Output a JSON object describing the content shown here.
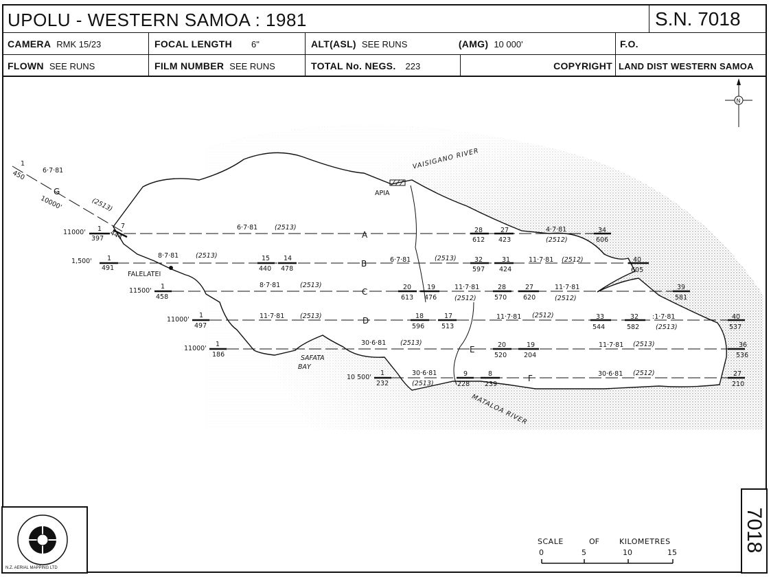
{
  "header": {
    "title": "UPOLU - WESTERN SAMOA : 1981",
    "sheet_number": "S.N. 7018",
    "camera_label": "CAMERA",
    "camera_value": "RMK 15/23",
    "focal_label": "FOCAL LENGTH",
    "focal_value": "6\"",
    "alt_label": "ALT(ASL)",
    "alt_value": "SEE RUNS",
    "amg_label": "(AMG)",
    "amg_value": "10 000'",
    "fo_label": "F.O.",
    "flown_label": "FLOWN",
    "flown_value": "SEE RUNS",
    "film_label": "FILM NUMBER",
    "film_value": "SEE RUNS",
    "negs_label": "TOTAL No. NEGS.",
    "negs_value": "223",
    "copyright_label": "COPYRIGHT",
    "owner_value": "LAND DIST WESTERN SAMOA"
  },
  "places": {
    "apia": "APIA",
    "falelatei": "FALELATEI",
    "safata": "SAFATA",
    "bay": "BAY",
    "vaisigano": "VAISIGANO RIVER",
    "mataloa": "MATALOA RIVER"
  },
  "runs": [
    {
      "letter": "A",
      "alt": "11000'",
      "start_frame": "1",
      "start_film": "397",
      "date_film": "6·7·81 (2513)"
    },
    {
      "letter": "B",
      "alt": "1,500'",
      "start_frame": "1",
      "start_film": "491"
    },
    {
      "letter": "C",
      "alt": "11500'",
      "start_frame": "1",
      "start_film": "458"
    },
    {
      "letter": "D",
      "alt": "11000'",
      "start_frame": "1",
      "start_film": "497"
    },
    {
      "letter": "E",
      "alt": "11000'",
      "start_frame": "1",
      "start_film": "186"
    },
    {
      "letter": "F",
      "alt": "10 500'",
      "start_frame": "1",
      "start_film": "232"
    },
    {
      "letter": "G",
      "alt": "10000'",
      "start_frame": "1",
      "start_film": "450"
    }
  ],
  "annotations": {
    "g_date": "6·7·81",
    "g_film": "(2513)",
    "g_end": "7",
    "g_end2": "444",
    "a_date": "6·7·81",
    "a_film": "(2513)",
    "a_f1": "28",
    "a_f1b": "612",
    "a_f2": "27",
    "a_f2b": "423",
    "a_date2": "4·7·81",
    "a_film2": "(2512)",
    "a_end": "34",
    "a_endb": "606",
    "b_date": "8·7·81",
    "b_film": "(2513)",
    "b_f1": "15",
    "b_f1b": "440",
    "b_f2": "14",
    "b_f2b": "478",
    "b_date2": "6·7·81",
    "b_film2": "(2513)",
    "b_f3": "32",
    "b_f3b": "597",
    "b_f4": "31",
    "b_f4b": "424",
    "b_date3": "11·7·81",
    "b_film3": "(2512)",
    "b_end": "40",
    "b_endb": "605",
    "c_date": "8·7·81",
    "c_film": "(2513)",
    "c_f1": "20",
    "c_f1b": "613",
    "c_f2": "19",
    "c_f2b": "476",
    "c_date2": "11·7·81",
    "c_film2": "(2512)",
    "c_f3": "28",
    "c_f3b": "570",
    "c_f4": "27",
    "c_f4b": "620",
    "c_date3": "11·7·81",
    "c_film3": "(2512)",
    "c_end": "39",
    "c_endb": "581",
    "d_date": "11·7·81",
    "d_film": "(2513)",
    "d_f1": "18",
    "d_f1b": "596",
    "d_f2": "17",
    "d_f2b": "513",
    "d_date2": "11·7·81",
    "d_film2": "(2512)",
    "d_f3": "33",
    "d_f3b": "544",
    "d_f4": "32",
    "d_f4b": "582",
    "d_date3": ":1·7·81",
    "d_film3": "(2513)",
    "d_end": "40",
    "d_endb": "537",
    "e_date": "30·6·81",
    "e_film": "(2513)",
    "e_f1": "20",
    "e_f1b": "520",
    "e_f2": "19",
    "e_f2b": "204",
    "e_date2": "11·7·81",
    "e_film2": "(2513)",
    "e_end": "36",
    "e_endb": "536",
    "f_date": "30·6·81",
    "f_film": "(2513)",
    "f_f1": "9",
    "f_f1b": "228",
    "f_f2": "8",
    "f_f2b": "239",
    "f_date2": "30·6·81",
    "f_film2": "(2512)",
    "f_end": "27",
    "f_endb": "210"
  },
  "scale": {
    "label": "SCALE",
    "of": "OF",
    "unit": "KILOMETRES",
    "ticks": [
      "0",
      "5",
      "10",
      "15"
    ]
  },
  "side_number": "7018",
  "north_symbol": "N",
  "logo_text": "N.Z. AERIAL MAPPING LTD"
}
